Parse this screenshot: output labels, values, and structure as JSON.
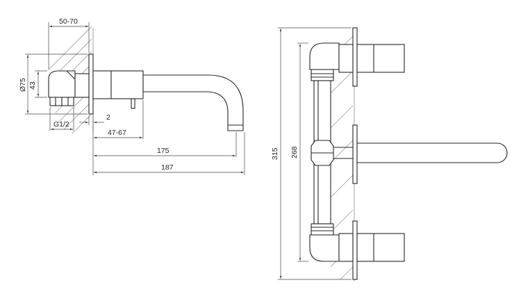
{
  "side_view": {
    "dim_wall_range": "50-70",
    "dim_diameter": "Ø75",
    "dim_height": "43",
    "dim_thread": "G1/2",
    "dim_gap": "2",
    "dim_spout_offset": "47-67",
    "dim_spout_reach": "175",
    "dim_total_length": "187"
  },
  "front_view": {
    "dim_total_height": "315",
    "dim_handle_spacing": "268"
  }
}
